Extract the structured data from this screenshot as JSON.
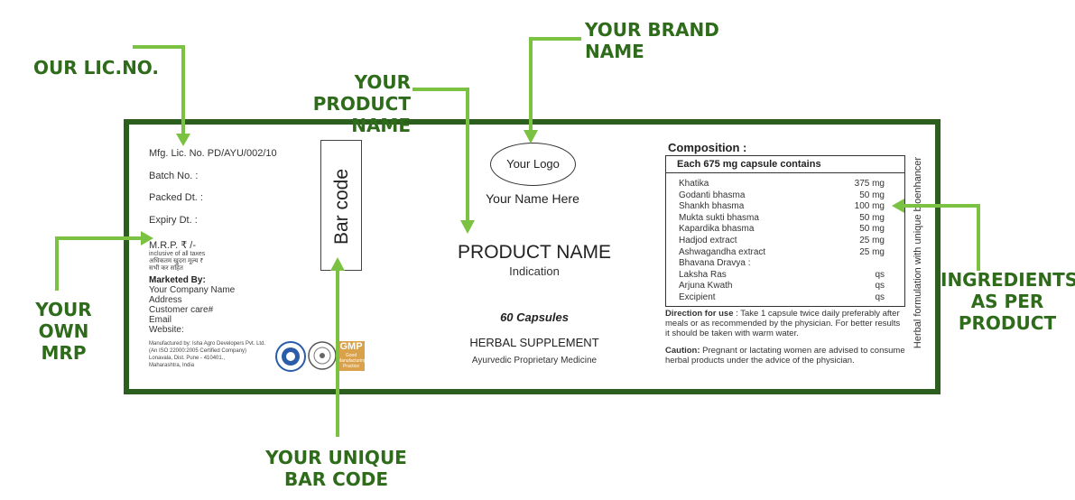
{
  "callouts": {
    "lic": "OUR LIC.NO.",
    "product_line1": "YOUR PRODUCT",
    "product_line2": "NAME",
    "brand_line1": "YOUR BRAND",
    "brand_line2": "NAME",
    "mrp_line1": "YOUR OWN",
    "mrp_line2": "MRP",
    "barcode_line1": "YOUR UNIQUE",
    "barcode_line2": "BAR CODE",
    "ingredients_line1": "INGREDIENTS",
    "ingredients_line2": "AS PER",
    "ingredients_line3": "PRODUCT"
  },
  "left_panel": {
    "mfg_lic": "Mfg. Lic. No. PD/AYU/002/10",
    "batch": "Batch No. :",
    "packed": "Packed Dt. :",
    "expiry": "Expiry Dt. :",
    "mrp": "M.R.P. ₹  /-",
    "mrp_note1": "inclusive of all taxes",
    "mrp_note2": "अधिकतम खुदरा मूल्य ₹",
    "mrp_note3": "सभी कर सहित",
    "marketed_by": "Marketed By:",
    "company": "Your Company Name",
    "address": "Address",
    "customer_care": "Customer care#",
    "email": "Email",
    "website": "Website:",
    "manufactured1": "Manufactured by: Isha Agro Developers Pvt. Ltd.",
    "manufactured2": "(An ISO 22000:2005 Certified Company)",
    "manufactured3": "Lonavala, Dist. Pune - 410401.,",
    "manufactured4": "Maharashtra, India",
    "gmp": "GMP",
    "gmp_sub": "Good Manufacturing Practice"
  },
  "barcode": {
    "text": "Bar code"
  },
  "center": {
    "logo": "Your Logo",
    "brand_name": "Your Name Here",
    "product_name": "PRODUCT NAME",
    "indication": "Indication",
    "capsules": "60 Capsules",
    "supplement": "HERBAL SUPPLEMENT",
    "proprietary": "Ayurvedic Proprietary Medicine"
  },
  "composition": {
    "title": "Composition :",
    "header": "Each 675 mg capsule contains",
    "ingredients": [
      {
        "name": "Khatika",
        "qty": "375 mg"
      },
      {
        "name": "Godanti bhasma",
        "qty": "50 mg"
      },
      {
        "name": "Shankh bhasma",
        "qty": "100 mg"
      },
      {
        "name": "Mukta sukti bhasma",
        "qty": "50 mg"
      },
      {
        "name": "Kapardika bhasma",
        "qty": "50 mg"
      },
      {
        "name": "Hadjod extract",
        "qty": "25 mg"
      },
      {
        "name": "Ashwagandha extract",
        "qty": "25 mg"
      },
      {
        "name": "Bhavana Dravya :",
        "qty": ""
      },
      {
        "name": "Laksha Ras",
        "qty": "qs"
      },
      {
        "name": "Arjuna Kwath",
        "qty": "qs"
      },
      {
        "name": "Excipient",
        "qty": "qs"
      }
    ],
    "direction_label": "Direction for use",
    "direction_text1": " : Take 1 capsule twice daily preferably after",
    "direction_text2": "meals  or as recommended by the physician. For better results",
    "direction_text3": "it should be taken with warm water.",
    "caution_label": "Caution:",
    "caution_text1": " Pregnant or lactating women are advised to consume",
    "caution_text2": "herbal products under the advice of the physician.",
    "vertical_note": "Herbal formulation with unique bioenhancer"
  },
  "colors": {
    "callout": "#2e6b1a",
    "arrow": "#7cc242",
    "border": "#2c5e1e"
  }
}
